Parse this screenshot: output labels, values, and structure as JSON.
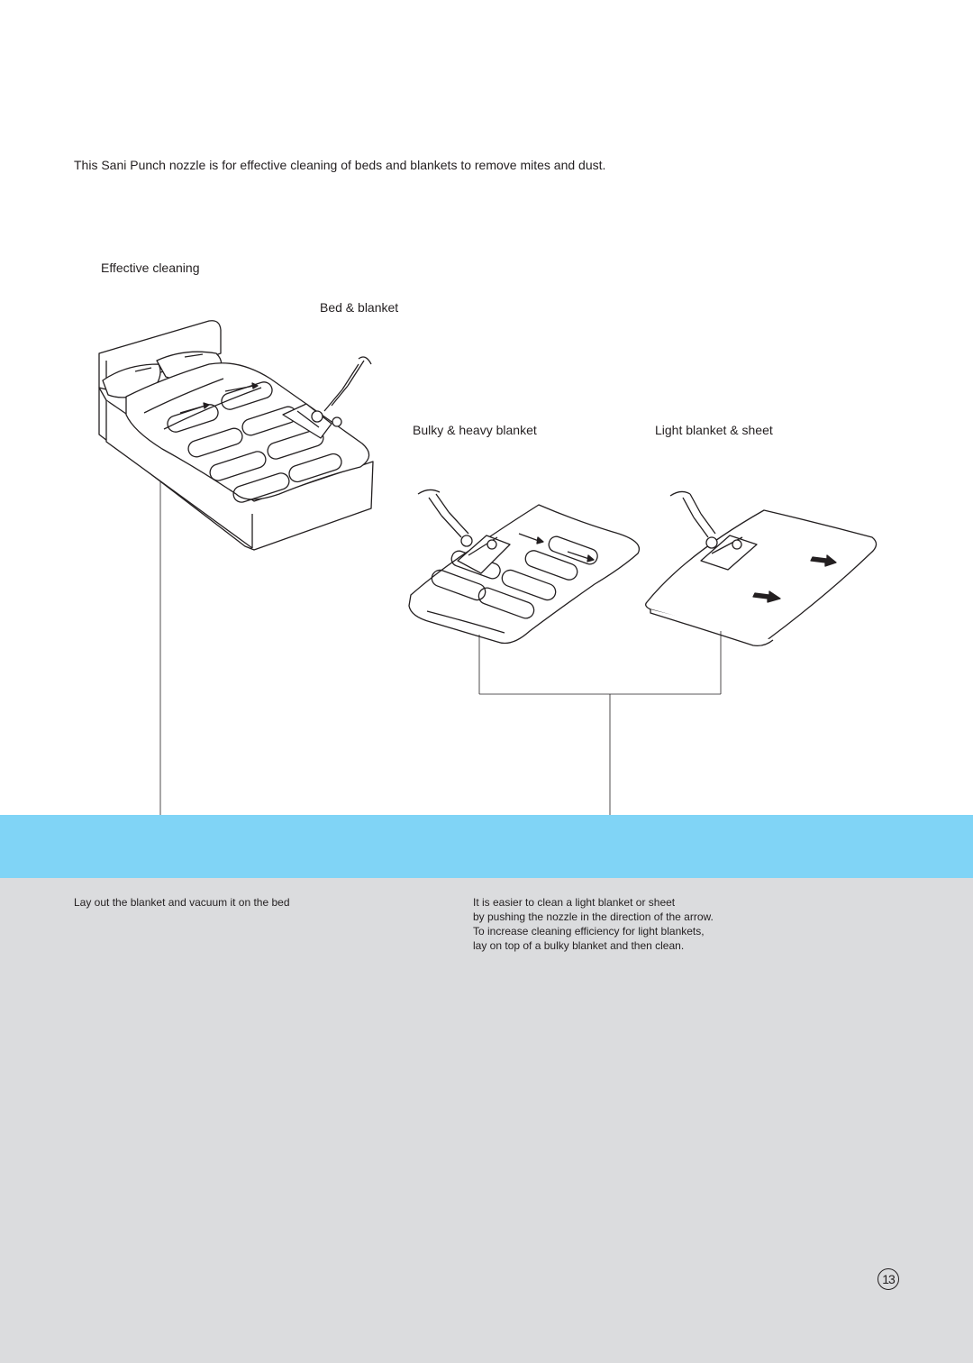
{
  "intro": "This Sani Punch nozzle is for effective cleaning of beds and blankets to remove mites and dust.",
  "section_title": "Effective cleaning",
  "labels": {
    "bed": "Bed & blanket",
    "bulky": "Bulky & heavy blanket",
    "light": "Light blanket & sheet"
  },
  "notes": {
    "left": "Lay out the blanket and vacuum it on the bed",
    "right": [
      "It is easier to clean a light blanket or sheet",
      "by pushing the nozzle in the direction of the arrow.",
      "To increase cleaning efficiency for light blankets,",
      "lay on top of a bulky blanket and then clean."
    ]
  },
  "page_number": "13",
  "colors": {
    "band": "#80d4f6",
    "panel": "#dbdcde",
    "ink": "#231f20"
  }
}
